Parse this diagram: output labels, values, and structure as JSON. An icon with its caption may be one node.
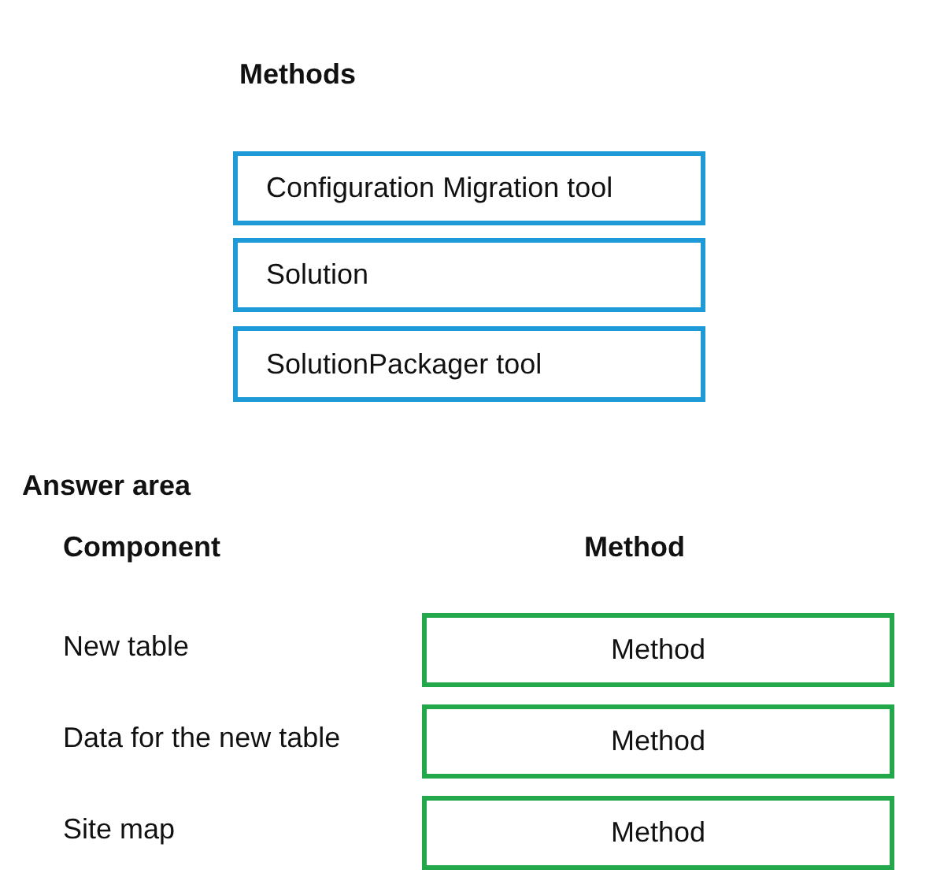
{
  "diagram": {
    "nodes": [
      {
        "text": [
          "Configuration Migration tool"
        ]
      },
      {
        "text": [
          "Solution"
        ]
      },
      {
        "text": [
          "SolutionPackager tool"
        ]
      },
      {
        "text": [
          "Method"
        ]
      },
      {
        "text": [
          "Method"
        ]
      },
      {
        "text": [
          "Method"
        ]
      }
    ],
    "labels": [
      "Methods",
      "Answer area",
      "Component",
      "Method",
      "New table",
      "Data for the new table",
      "Site map"
    ]
  }
}
